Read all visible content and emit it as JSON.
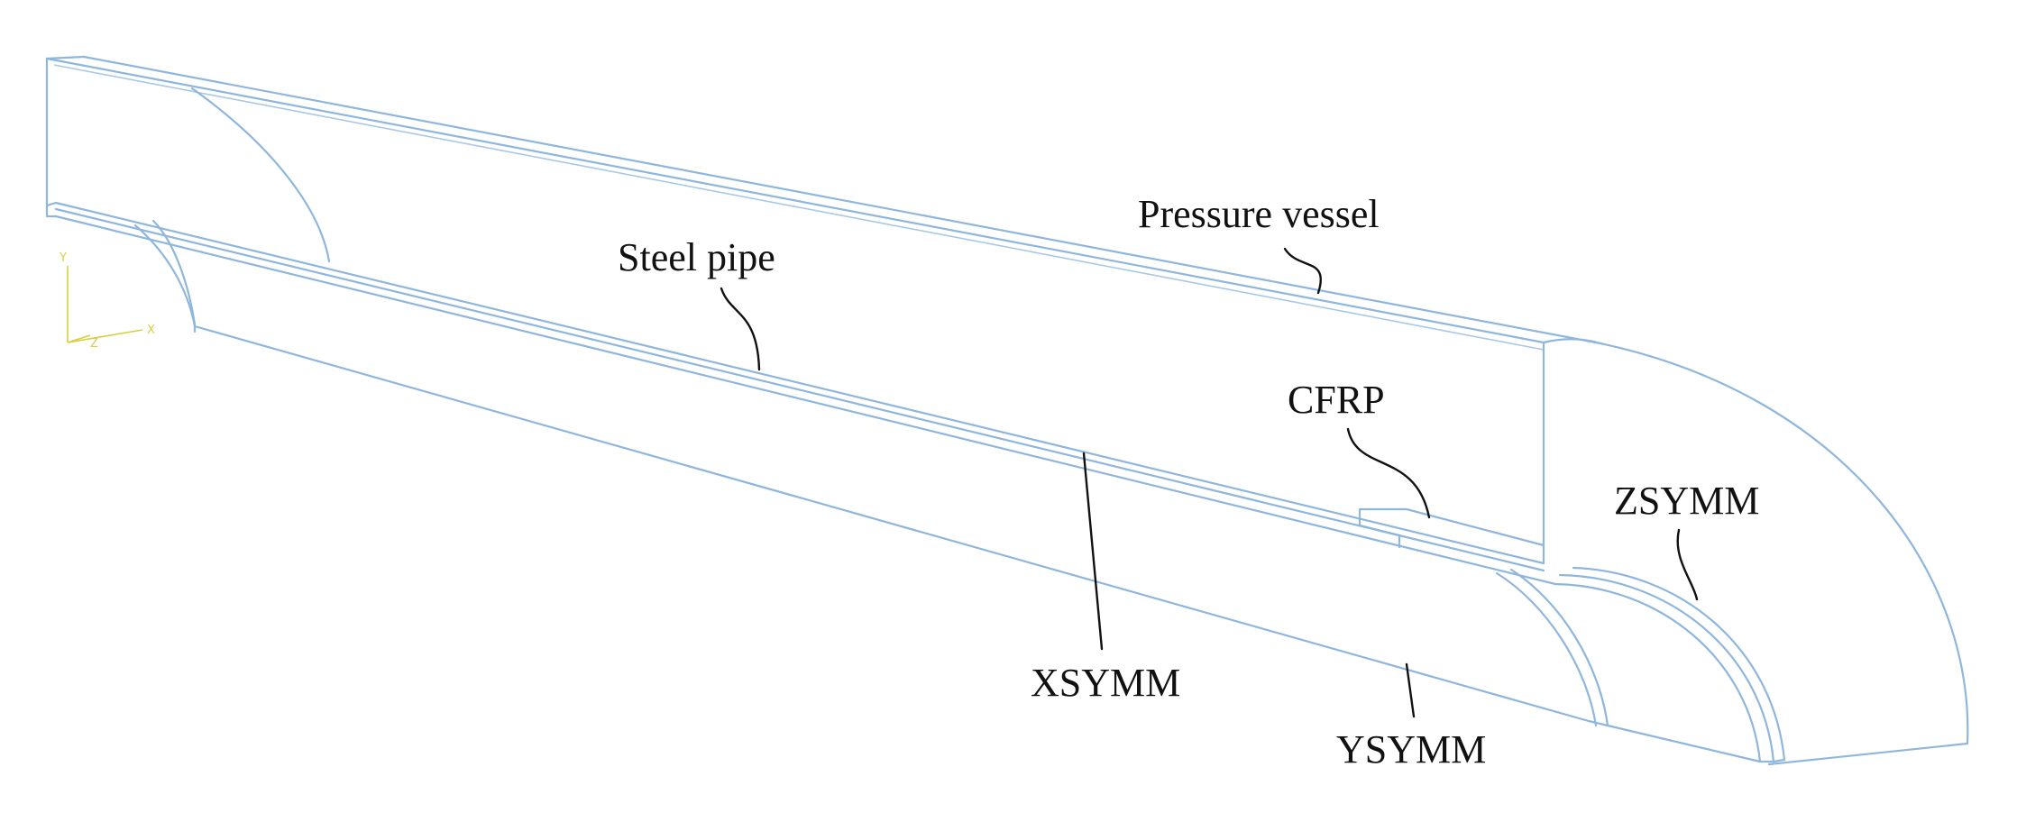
{
  "labels": {
    "pressure_vessel": "Pressure vessel",
    "steel_pipe": "Steel pipe",
    "cfrp": "CFRP",
    "zsymm": "ZSYMM",
    "xsymm": "XSYMM",
    "ysymm": "YSYMM"
  },
  "axis_triad": {
    "y": "Y",
    "x": "X",
    "z": "Z"
  },
  "colors": {
    "edge": "#8fb6dc",
    "leader": "#111111",
    "triad": "#d8cf40"
  }
}
